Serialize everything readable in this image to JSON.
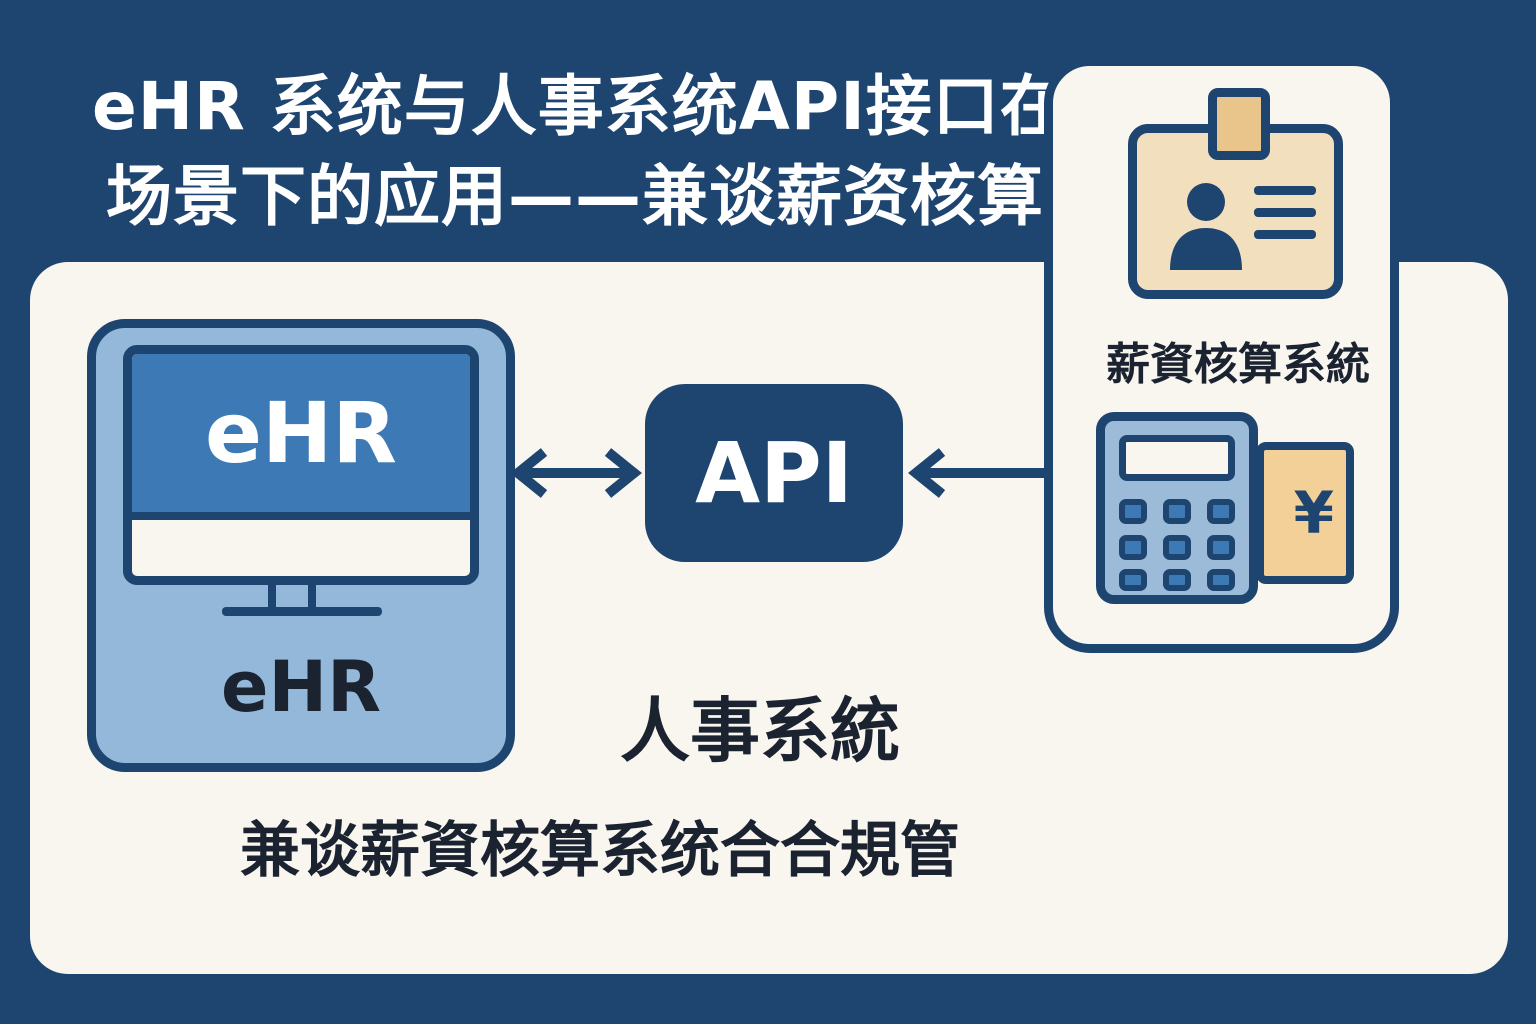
{
  "title": {
    "line1": "eHR 系统与人事系统API接口在复杂用工",
    "line2": "场景下的应用——兼谈薪资核算系统合规"
  },
  "ehr": {
    "screen_text": "eHR",
    "label": "eHR"
  },
  "api": {
    "label": "API"
  },
  "payroll": {
    "label": "薪資核算系統",
    "currency_symbol": "¥"
  },
  "center": {
    "main_label": "人事系統",
    "sub_label": "兼谈薪資核算系统合合規管"
  },
  "icons": [
    "monitor-icon",
    "double-arrow-icon",
    "id-card-icon",
    "person-icon",
    "calculator-icon",
    "receipt-icon"
  ],
  "colors": {
    "background": "#1d4570",
    "panel": "#f8f6ef",
    "navy": "#1d4570",
    "light_blue": "#93b8d9",
    "screen_blue": "#3c79b5",
    "tan": "#f2dfbe",
    "gold": "#e9c48b"
  }
}
